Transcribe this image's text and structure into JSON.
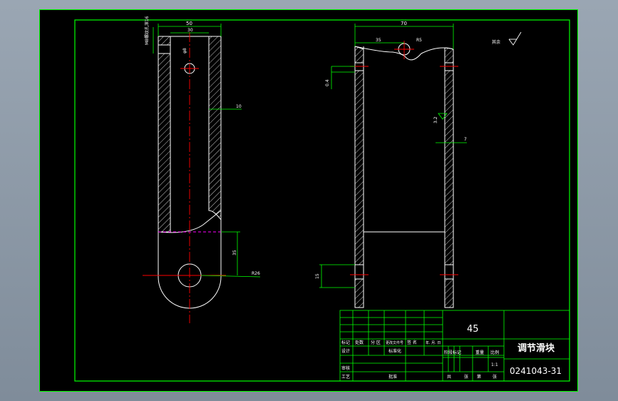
{
  "colors": {
    "frame": "#00ff00",
    "outline": "#ffffff",
    "center_line": "#ff0000",
    "hidden_line": "#ff00ff",
    "dimension": "#00ff00",
    "background": "#000000"
  },
  "left_view": {
    "dim_top_overall": "50",
    "dim_top_inner": "30",
    "dim_side_note": "M8螺纹孔深16",
    "dim_hole_small": "φ8",
    "dim_wall": "10",
    "dim_lower": "35",
    "dim_hole_large": "R26"
  },
  "right_view": {
    "dim_top_overall": "70",
    "dim_top_left": "35",
    "dim_top_hole": "R5",
    "dim_left_side": "0.4",
    "dim_roughness": "3.2",
    "dim_mid": "7",
    "dim_bottom": "15"
  },
  "roughness_note": "其余",
  "title_block": {
    "material": "45",
    "part_name": "调节滑块",
    "drawing_number": "0241043-31",
    "scale": "1:1",
    "row_labels": {
      "mark": "标记",
      "count": "处数",
      "zone": "分 区",
      "change_doc": "更改文件号",
      "sign": "签 名",
      "date": "年. 月. 日",
      "design": "设计",
      "standardize": "标准化",
      "stage_mark": "阶段标记",
      "weight": "重量",
      "scale_label": "比例",
      "review": "审核",
      "process": "工艺",
      "approve": "批准",
      "total": "共",
      "sheet": "张",
      "page": "第"
    }
  }
}
